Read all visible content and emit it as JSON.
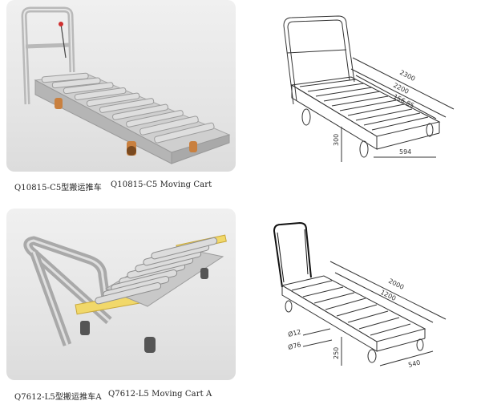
{
  "products": [
    {
      "caption_cn": "Q10815-C5型搬运推车",
      "caption_en": "Q10815-C5 Moving Cart",
      "drawing_dims": [
        "2300",
        "2200",
        "156.85",
        "300",
        "594"
      ]
    },
    {
      "caption_cn": "Q7612-L5型搬运推车A",
      "caption_en": "Q7612-L5 Moving Cart A",
      "drawing_dims": [
        "2000",
        "1200",
        "Ø12",
        "Ø76",
        "250",
        "540"
      ]
    }
  ],
  "colors": {
    "panel": "#e6e6e6",
    "yellow_plate": "#f1d86a",
    "wheel": "#c9803f"
  }
}
